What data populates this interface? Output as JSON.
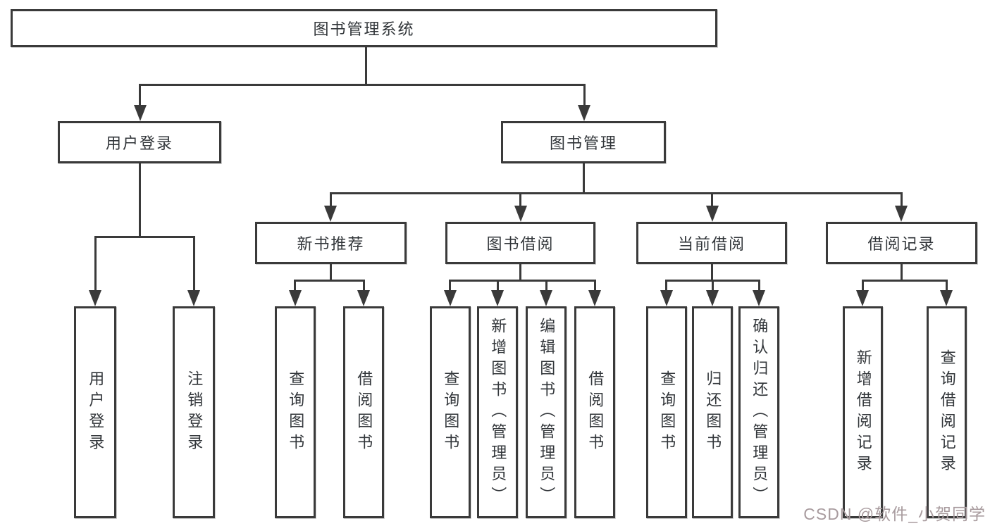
{
  "tree": {
    "root": "图书管理系统",
    "l2": [
      {
        "label": "用户登录"
      },
      {
        "label": "图书管理"
      }
    ],
    "l3": [
      {
        "label": "新书推荐"
      },
      {
        "label": "图书借阅"
      },
      {
        "label": "当前借阅"
      },
      {
        "label": "借阅记录"
      }
    ],
    "leaves": {
      "login": [
        "用户登录",
        "注销登录"
      ],
      "newbook": [
        "查询图书",
        "借阅图书"
      ],
      "borrow": [
        "查询图书",
        "新增图书（管理员）",
        "编辑图书（管理员）",
        "借阅图书"
      ],
      "current": [
        "查询图书",
        "归还图书",
        "确认归还（管理员）"
      ],
      "records": [
        "新增借阅记录",
        "查询借阅记录"
      ]
    }
  },
  "watermark": "CSDN @软件_小贺同学",
  "colors": {
    "line": "#3a3a3a",
    "text": "#32363a",
    "watermark": "#a89b9e",
    "background": "#ffffff"
  }
}
